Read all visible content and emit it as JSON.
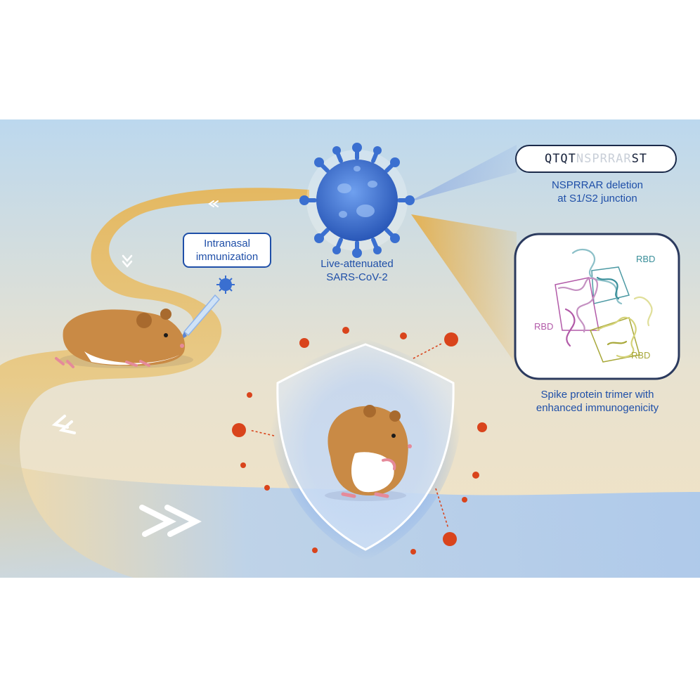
{
  "sequence": {
    "prefix": "QTQT",
    "deleted": "NSPRRAR",
    "suffix": "ST"
  },
  "deletion_caption": {
    "line1": "NSPRRAR deletion",
    "line2": "at S1/S2 junction"
  },
  "virus_caption": {
    "line1": "Live-attenuated",
    "line2": "SARS-CoV-2"
  },
  "immunization_callout": {
    "line1": "Intranasal",
    "line2": "immunization"
  },
  "spike_panel": {
    "rbd_labels": [
      "RBD",
      "RBD",
      "RBD"
    ],
    "rbd_colors": [
      "#3a8f9a",
      "#b25aa8",
      "#a8a83a"
    ]
  },
  "spike_caption": {
    "line1": "Spike protein trimer with",
    "line2": "enhanced immunogenicity"
  },
  "colors": {
    "text_blue": "#1f4fa8",
    "path_gold": "#e9b24a",
    "virus_blue": "#3a6fd0",
    "pathogen_red": "#d9441c",
    "shield_blue": "#8fb4ea",
    "hamster_brown": "#c98a45"
  }
}
